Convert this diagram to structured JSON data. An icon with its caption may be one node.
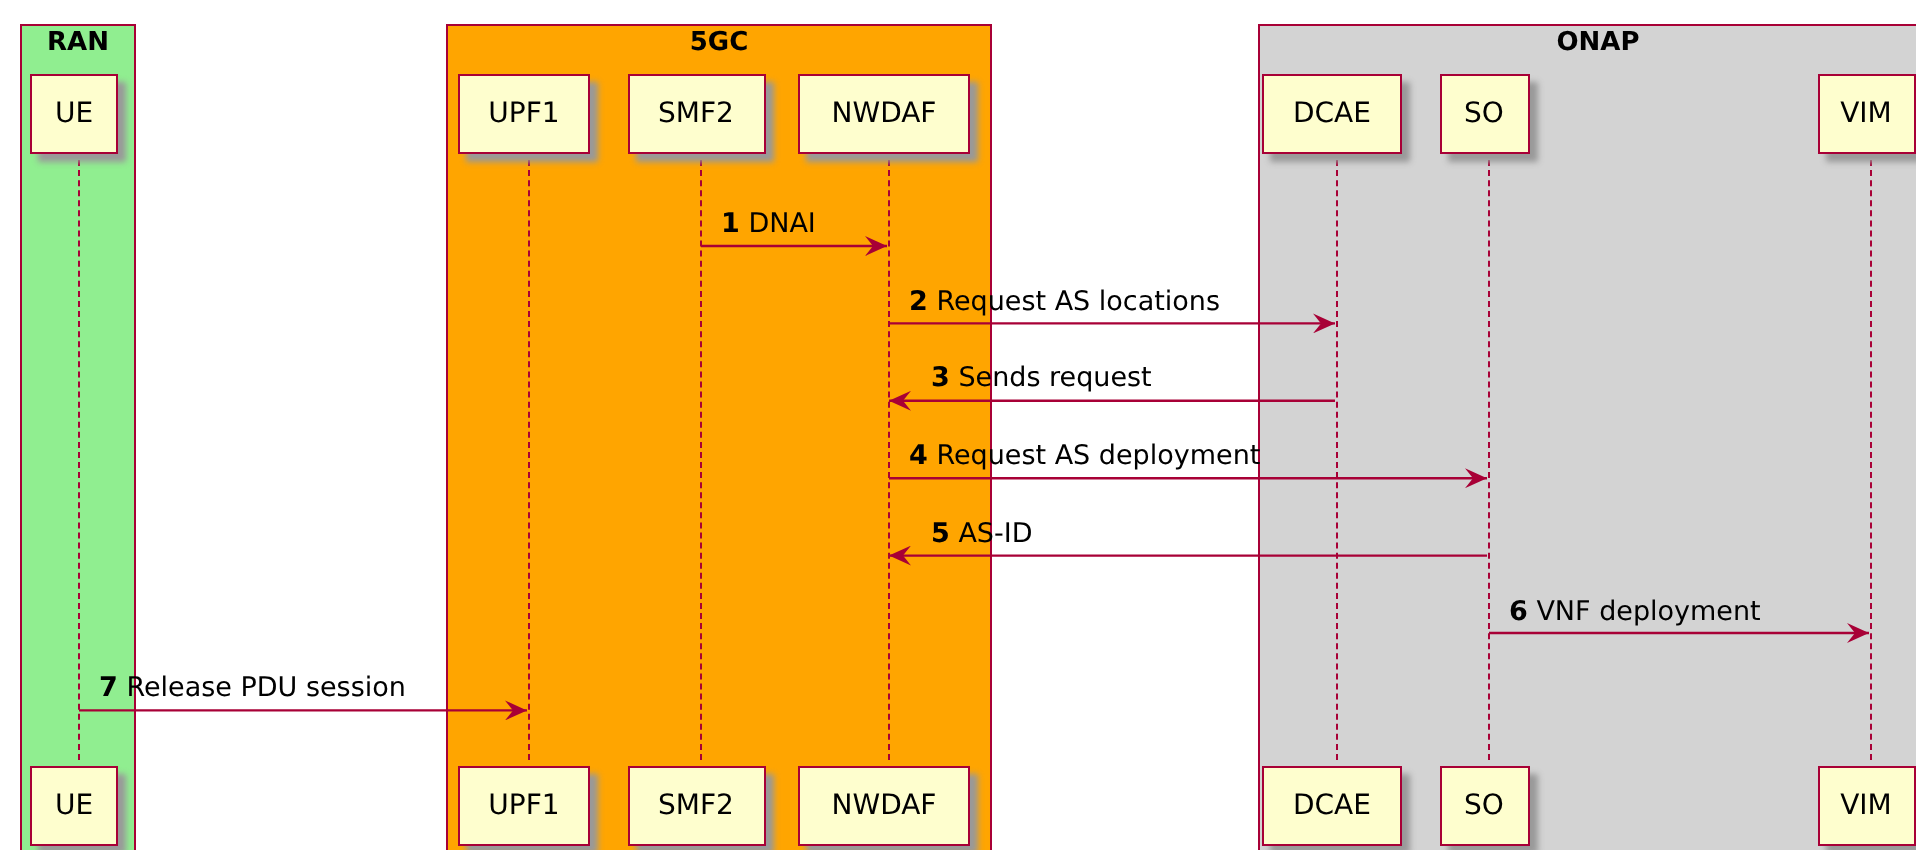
{
  "diagram": {
    "nodes": [
      {
        "text": [
          "RAN"
        ]
      },
      {
        "text": [
          "UE"
        ],
        "in": 0
      },
      {
        "text": [],
        "shape": "bar",
        "in": 0
      },
      {
        "text": [
          "UE"
        ],
        "in": 0
      },
      {
        "text": [
          "5GC"
        ]
      },
      {
        "text": [
          "UPF1"
        ],
        "in": 4
      },
      {
        "text": [],
        "shape": "bar",
        "in": 4
      },
      {
        "text": [
          "UPF1"
        ],
        "in": 4
      },
      {
        "text": [
          "SMF2"
        ],
        "in": 4
      },
      {
        "text": [],
        "shape": "bar",
        "in": 4
      },
      {
        "text": [
          "SMF2"
        ],
        "in": 4
      },
      {
        "text": [
          "NWDAF"
        ],
        "in": 4
      },
      {
        "text": [],
        "shape": "bar",
        "in": 4
      },
      {
        "text": [
          "NWDAF"
        ],
        "in": 4
      },
      {
        "text": [
          "ONAP"
        ]
      },
      {
        "text": [
          "DCAE"
        ],
        "in": 14
      },
      {
        "text": [],
        "shape": "bar",
        "in": 14
      },
      {
        "text": [
          "DCAE"
        ],
        "in": 14
      },
      {
        "text": [
          "SO"
        ],
        "in": 14
      },
      {
        "text": [],
        "shape": "bar",
        "in": 14
      },
      {
        "text": [
          "SO"
        ],
        "in": 14
      },
      {
        "text": [
          "VIM"
        ],
        "in": 14
      },
      {
        "text": [],
        "shape": "bar",
        "in": 14
      },
      {
        "text": [
          "VIM"
        ],
        "in": 14
      }
    ],
    "edges": [
      {
        "from": 9,
        "to": 12,
        "arrow": "to",
        "label": "**1** DNAI"
      },
      {
        "from": 12,
        "to": 16,
        "arrow": "to",
        "label": "**2** Request AS locations"
      },
      {
        "from": 16,
        "to": 12,
        "arrow": "to",
        "label": "**3** Sends request"
      },
      {
        "from": 12,
        "to": 19,
        "arrow": "to",
        "label": "**4** Request AS deployment"
      },
      {
        "from": 19,
        "to": 12,
        "arrow": "to",
        "label": "**5** AS-ID"
      },
      {
        "from": 19,
        "to": 22,
        "arrow": "to",
        "label": "**6** VNF deployment"
      },
      {
        "from": 2,
        "to": 6,
        "arrow": "to",
        "label": "**7** Release PDU session"
      }
    ]
  }
}
